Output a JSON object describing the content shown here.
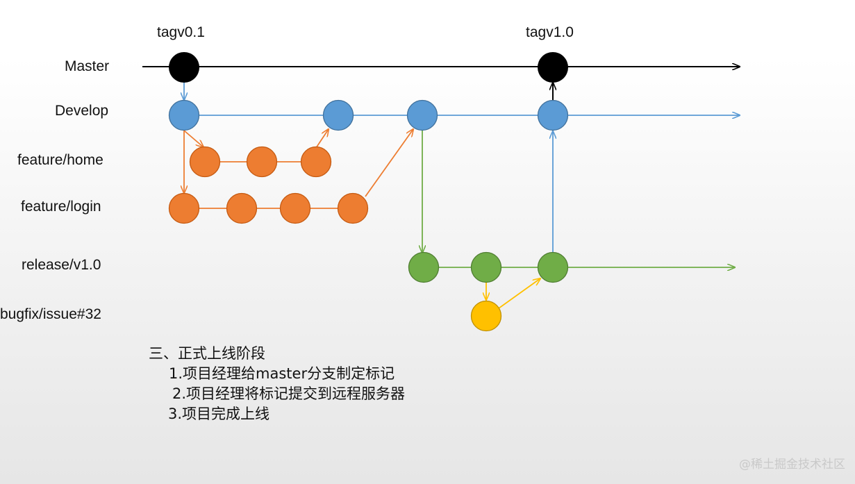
{
  "tags": {
    "tag1": "tagv0.1",
    "tag2": "tagv1.0"
  },
  "branches": {
    "master": "Master",
    "develop": "Develop",
    "feature_home": "feature/home",
    "feature_login": "feature/login",
    "release": "release/v1.0",
    "bugfix": "bugfix/issue#32"
  },
  "colors": {
    "master": "#000000",
    "develop": "#5b9bd5",
    "develop_stroke": "#41719c",
    "feature": "#ed7d31",
    "feature_stroke": "#c55a11",
    "release": "#70ad47",
    "release_stroke": "#507e32",
    "bugfix": "#ffc000",
    "bugfix_stroke": "#bf9000"
  },
  "notes": {
    "heading": "三、正式上线阶段",
    "step1": "1.项目经理给master分支制定标记",
    "step2": "2.项目经理将标记提交到远程服务器",
    "step3": "3.项目完成上线"
  },
  "watermark": "@稀土掘金技术社区"
}
